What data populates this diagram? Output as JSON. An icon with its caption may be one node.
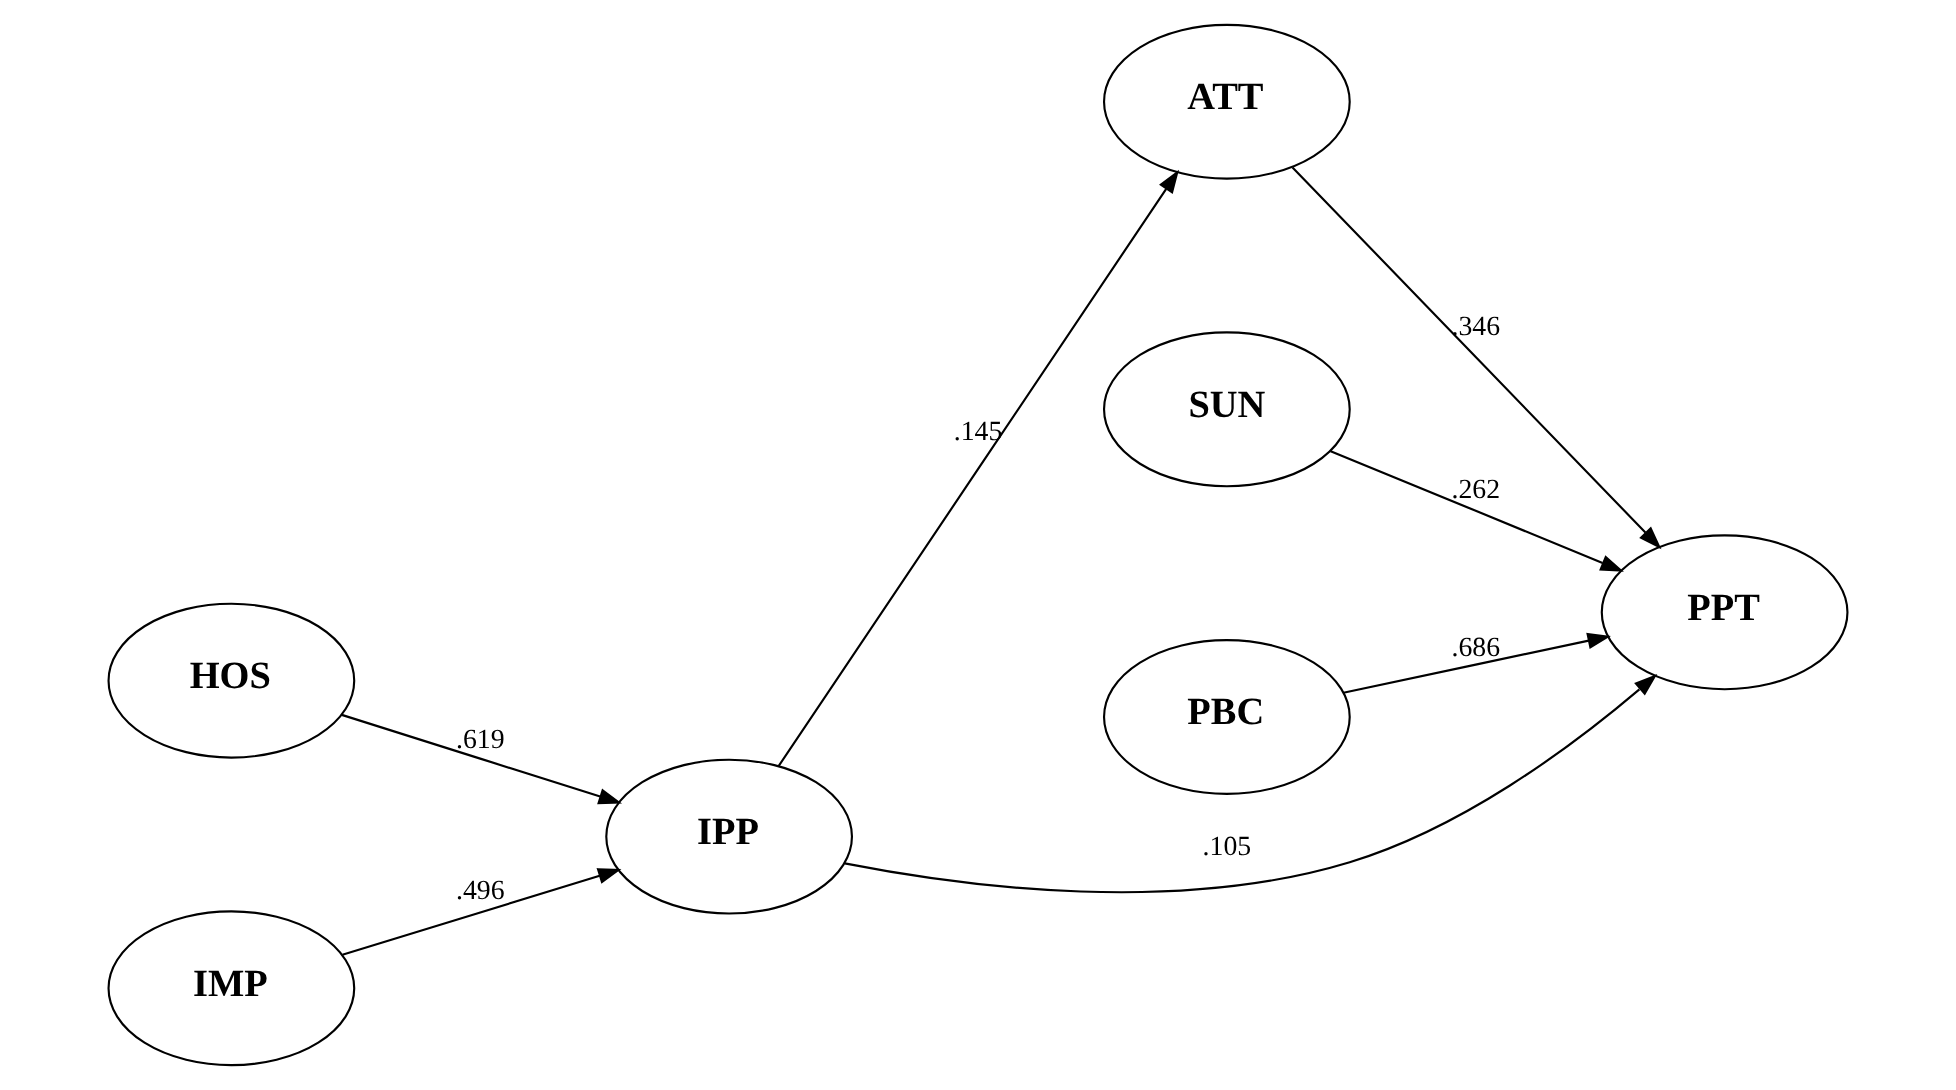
{
  "diagram": {
    "nodes": [
      {
        "text": [
          "HOS"
        ]
      },
      {
        "text": [
          "IMP"
        ]
      },
      {
        "text": [
          "IPP"
        ]
      },
      {
        "text": [
          "ATT"
        ]
      },
      {
        "text": [
          "SUN"
        ]
      },
      {
        "text": [
          "PBC"
        ]
      },
      {
        "text": [
          "PPT"
        ]
      }
    ],
    "edges": [
      {
        "from": 0,
        "to": 2,
        "arrow": "to",
        "label": ".619"
      },
      {
        "from": 1,
        "to": 2,
        "arrow": "to",
        "label": ".496"
      },
      {
        "from": 2,
        "to": 3,
        "arrow": "to",
        "label": ".145"
      },
      {
        "from": 2,
        "to": 6,
        "arrow": "to",
        "label": ".105"
      },
      {
        "from": 3,
        "to": 6,
        "arrow": "to",
        "label": ".346"
      },
      {
        "from": 4,
        "to": 6,
        "arrow": "to",
        "label": ".262"
      },
      {
        "from": 5,
        "to": 6,
        "arrow": "to",
        "label": ".686"
      }
    ]
  }
}
